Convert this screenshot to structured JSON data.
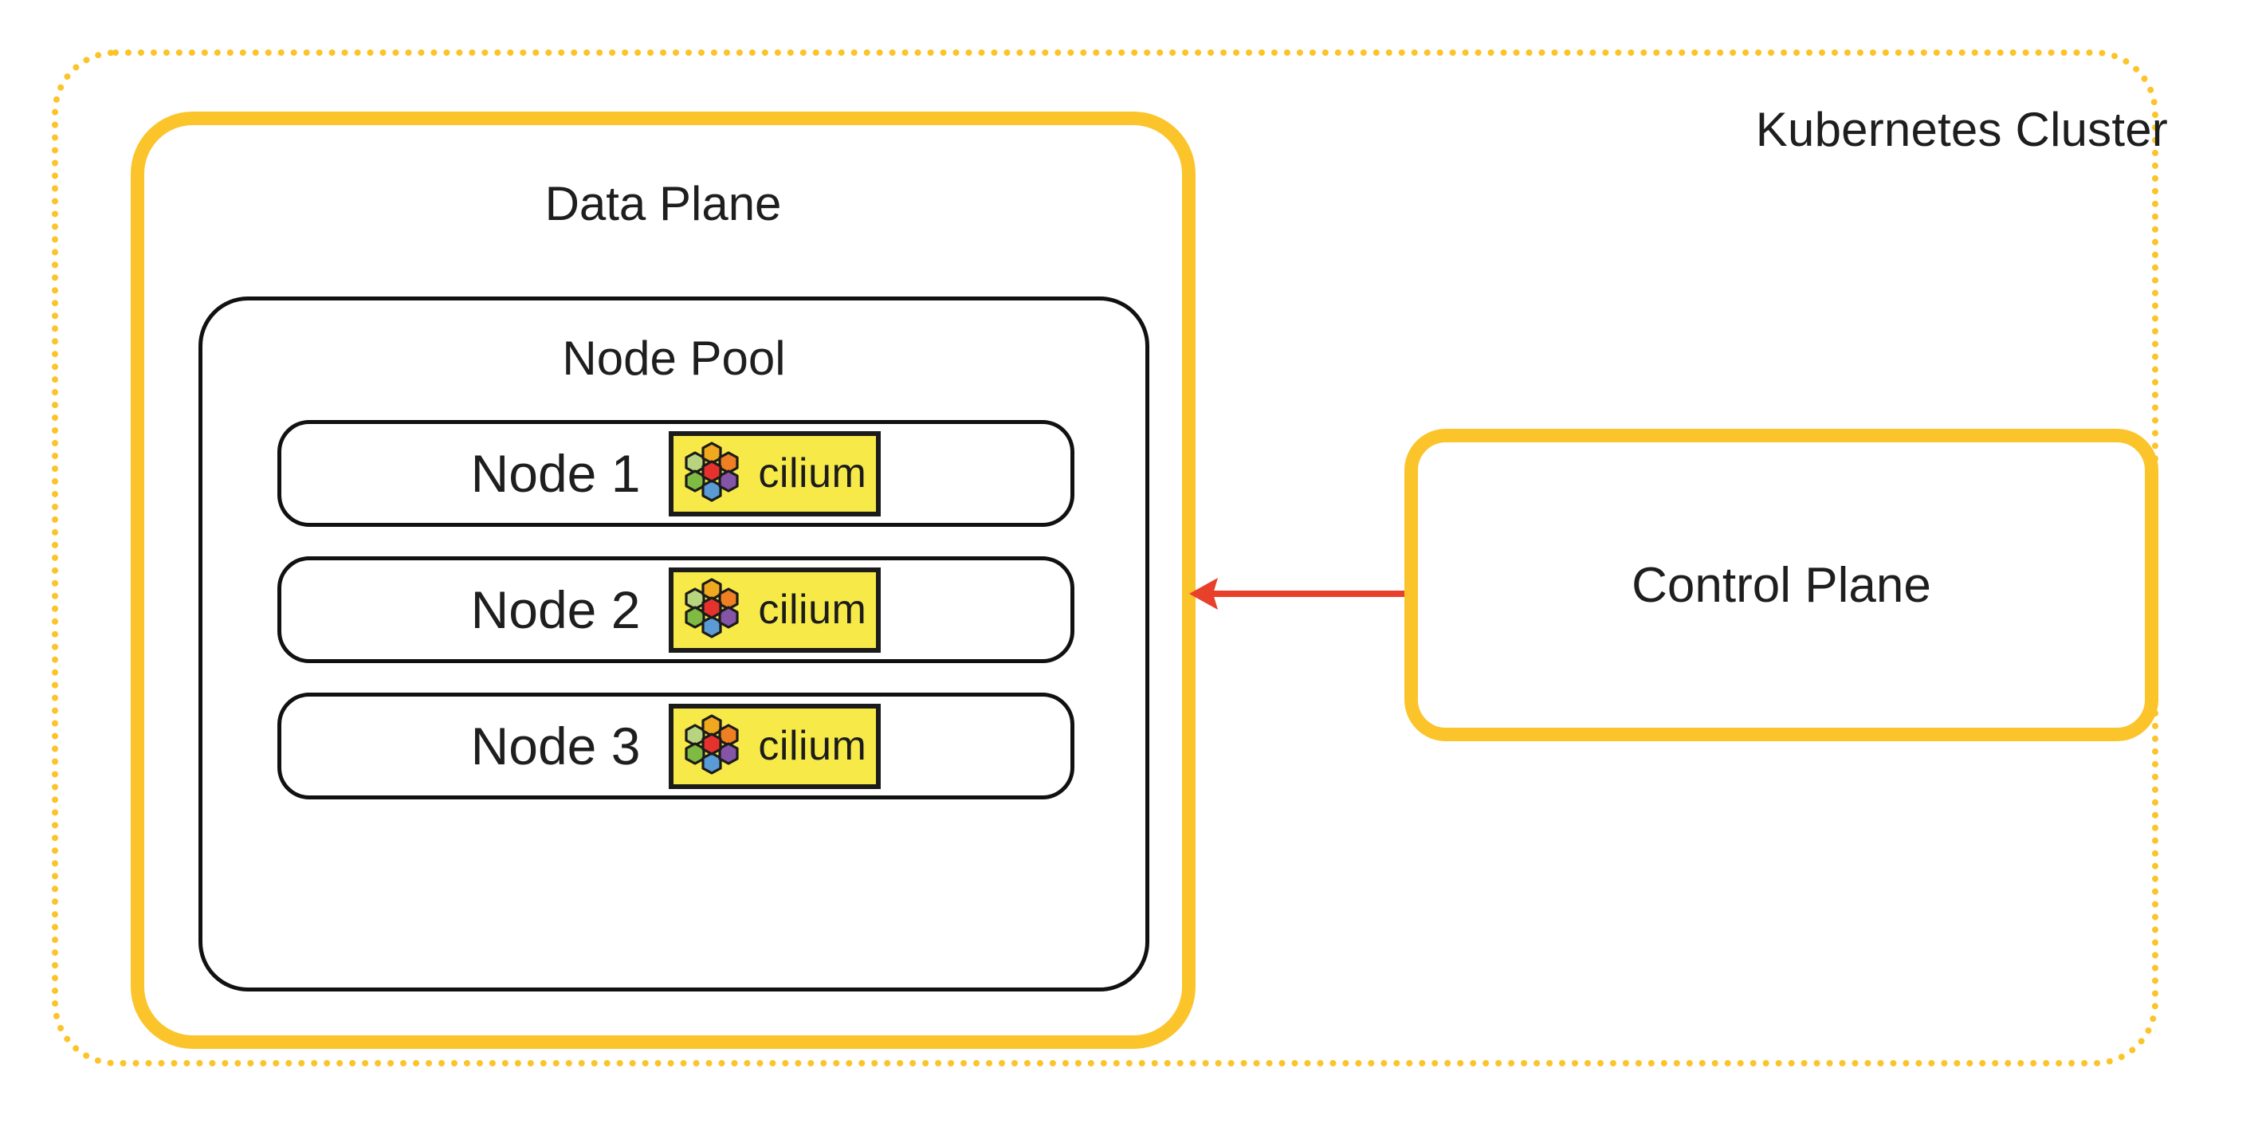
{
  "cluster": {
    "label": "Kubernetes Cluster",
    "border_color": "#FBC42A",
    "border_style": "dotted"
  },
  "data_plane": {
    "label": "Data Plane",
    "border_color": "#FBC42A"
  },
  "node_pool": {
    "label": "Node Pool",
    "border_color": "#111111",
    "nodes": [
      {
        "label": "Node 1",
        "badge": "cilium"
      },
      {
        "label": "Node 2",
        "badge": "cilium"
      },
      {
        "label": "Node 3",
        "badge": "cilium"
      }
    ]
  },
  "cilium_badge": {
    "word": "cilium",
    "background": "#F7EA48",
    "border_color": "#1b1b1b",
    "hexagons": {
      "center": "#E5322D",
      "top": "#F0A81E",
      "top_right": "#EE7F22",
      "bottom_right": "#8455A6",
      "bottom": "#5B9BD5",
      "bottom_left": "#7FBA42",
      "top_left": "#B9D47E"
    }
  },
  "control_plane": {
    "label": "Control Plane",
    "border_color": "#FBC42A"
  },
  "connection": {
    "from": "control-plane",
    "to": "data-plane",
    "direction": "left",
    "color": "#E8402A"
  }
}
